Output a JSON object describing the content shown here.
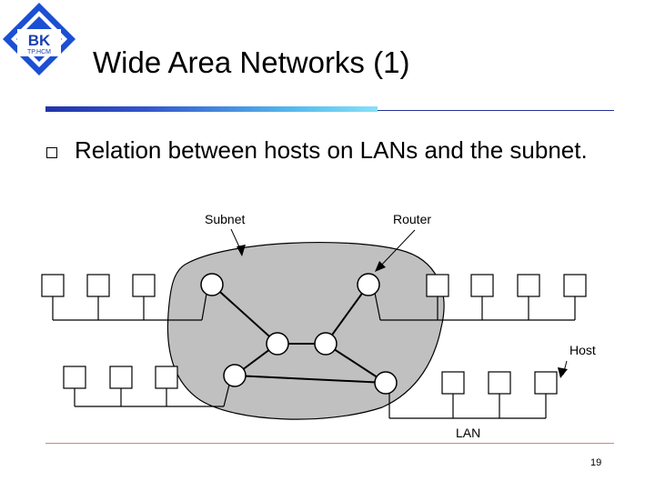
{
  "logo": {
    "text_top": "BK",
    "text_bottom": "TP.HCM",
    "icon": "university-logo"
  },
  "title": "Wide Area Networks (1)",
  "bullet": {
    "text": "Relation between hosts on LANs and the subnet."
  },
  "diagram": {
    "labels": {
      "subnet": "Subnet",
      "router": "Router",
      "host": "Host",
      "lan": "LAN"
    },
    "subnet_fill": "#c0c0c0"
  },
  "page_number": "19"
}
